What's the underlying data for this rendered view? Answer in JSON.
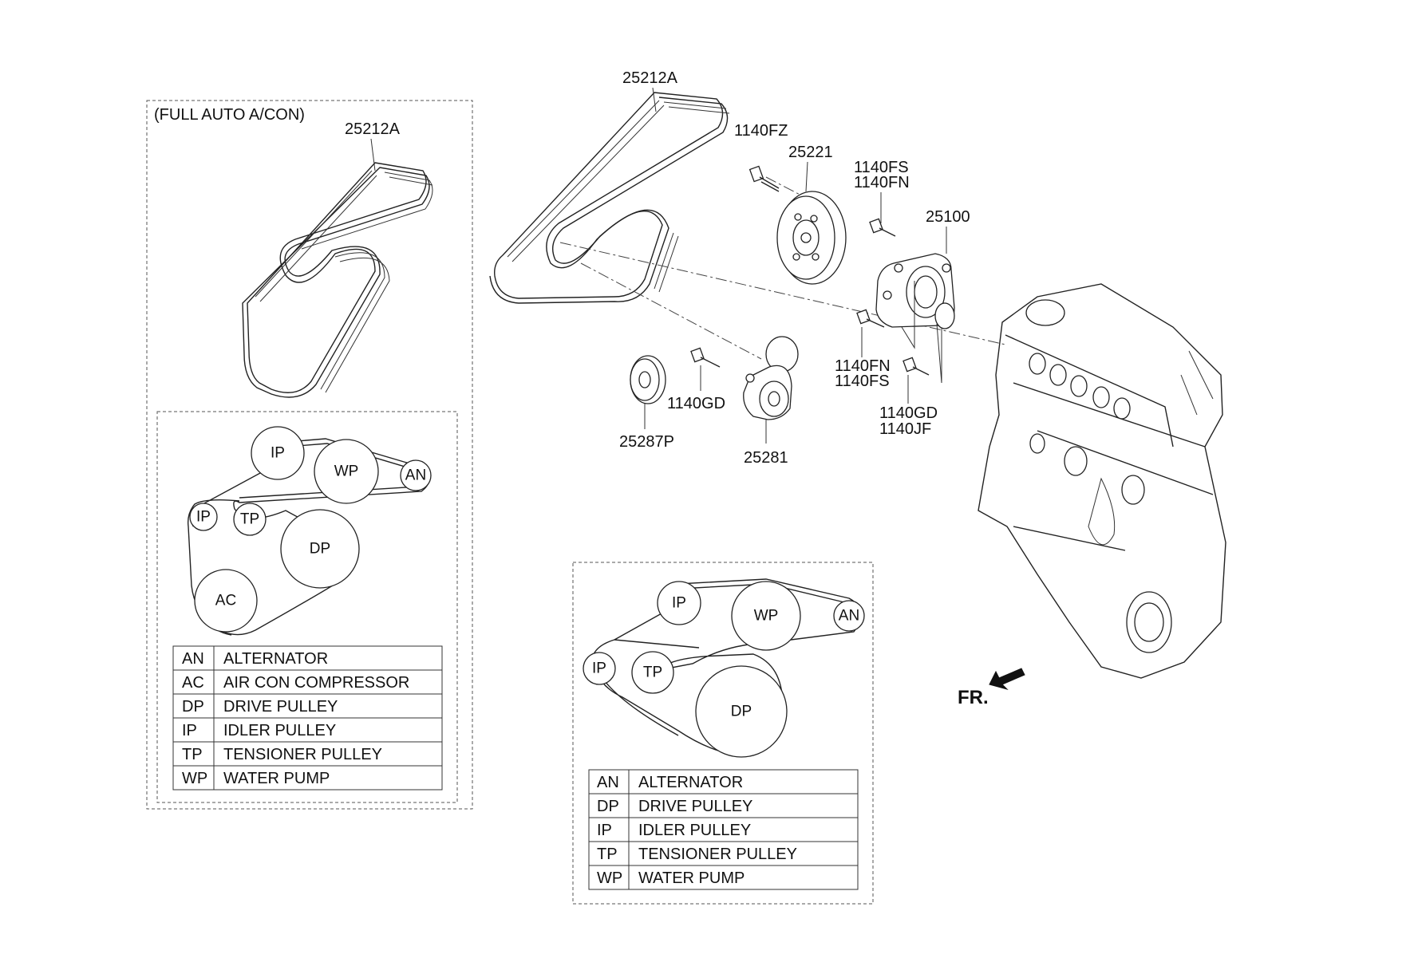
{
  "labels": {
    "belt_auto": "25212A",
    "belt_main": "25212A",
    "full_auto": "(FULL AUTO A/CON)",
    "b1140fz": "1140FZ",
    "p25221": "25221",
    "b1140fs_a": "1140FS",
    "b1140fn_a": "1140FN",
    "p25100": "25100",
    "b1140fn_b": "1140FN",
    "b1140fs_b": "1140FS",
    "b1140gd_a": "1140GD",
    "b1140gd_b": "1140GD",
    "b1140jf": "1140JF",
    "p25287p": "25287P",
    "p25281": "25281",
    "front": "FR."
  },
  "pulleys_auto": {
    "ip1": "IP",
    "wp": "WP",
    "an": "AN",
    "ip2": "IP",
    "tp": "TP",
    "dp": "DP",
    "ac": "AC"
  },
  "pulleys_main": {
    "ip1": "IP",
    "wp": "WP",
    "an": "AN",
    "ip2": "IP",
    "tp": "TP",
    "dp": "DP"
  },
  "legend_auto": [
    {
      "code": "AN",
      "name": "ALTERNATOR"
    },
    {
      "code": "AC",
      "name": "AIR CON COMPRESSOR"
    },
    {
      "code": "DP",
      "name": "DRIVE PULLEY"
    },
    {
      "code": "IP",
      "name": "IDLER PULLEY"
    },
    {
      "code": "TP",
      "name": "TENSIONER PULLEY"
    },
    {
      "code": "WP",
      "name": "WATER PUMP"
    }
  ],
  "legend_main": [
    {
      "code": "AN",
      "name": "ALTERNATOR"
    },
    {
      "code": "DP",
      "name": "DRIVE PULLEY"
    },
    {
      "code": "IP",
      "name": "IDLER PULLEY"
    },
    {
      "code": "TP",
      "name": "TENSIONER PULLEY"
    },
    {
      "code": "WP",
      "name": "WATER PUMP"
    }
  ]
}
